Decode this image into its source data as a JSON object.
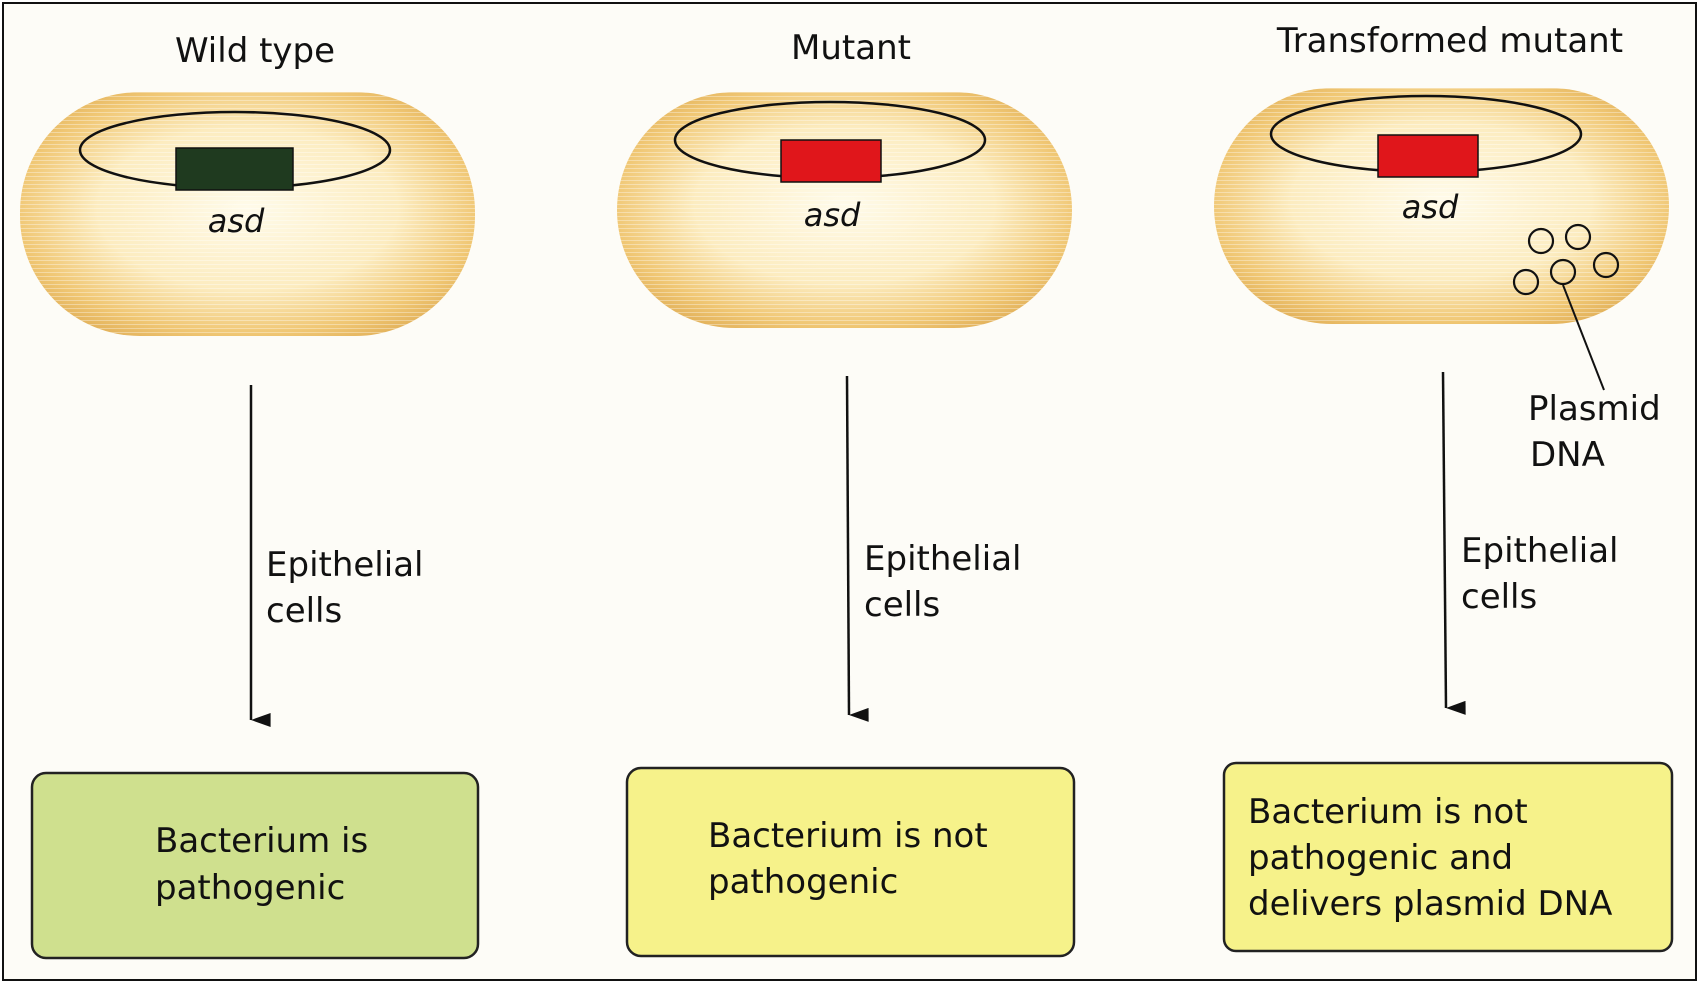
{
  "panels": [
    {
      "title": "Wild type",
      "gene_label": "asd",
      "gene_color": "#1f3a1f",
      "process_label": [
        "Epithelial",
        "cells"
      ],
      "outcome": [
        "Bacterium is",
        "pathogenic"
      ],
      "outcome_color": "#cfe08e"
    },
    {
      "title": "Mutant",
      "gene_label": "asd",
      "gene_color": "#e0161b",
      "process_label": [
        "Epithelial",
        "cells"
      ],
      "outcome": [
        "Bacterium is not",
        "pathogenic"
      ],
      "outcome_color": "#a9cde8"
    },
    {
      "title": "Transformed mutant",
      "gene_label": "asd",
      "gene_color": "#e0161b",
      "plasmid_label": [
        "Plasmid",
        "DNA"
      ],
      "process_label": [
        "Epithelial",
        "cells"
      ],
      "outcome": [
        "Bacterium is not",
        "pathogenic and",
        "delivers plasmid DNA"
      ],
      "outcome_color": "#f6f28a"
    }
  ],
  "colors": {
    "cell_fill": "#fbe9b8",
    "cell_edge": "#e2b45a",
    "stroke": "#111111"
  }
}
